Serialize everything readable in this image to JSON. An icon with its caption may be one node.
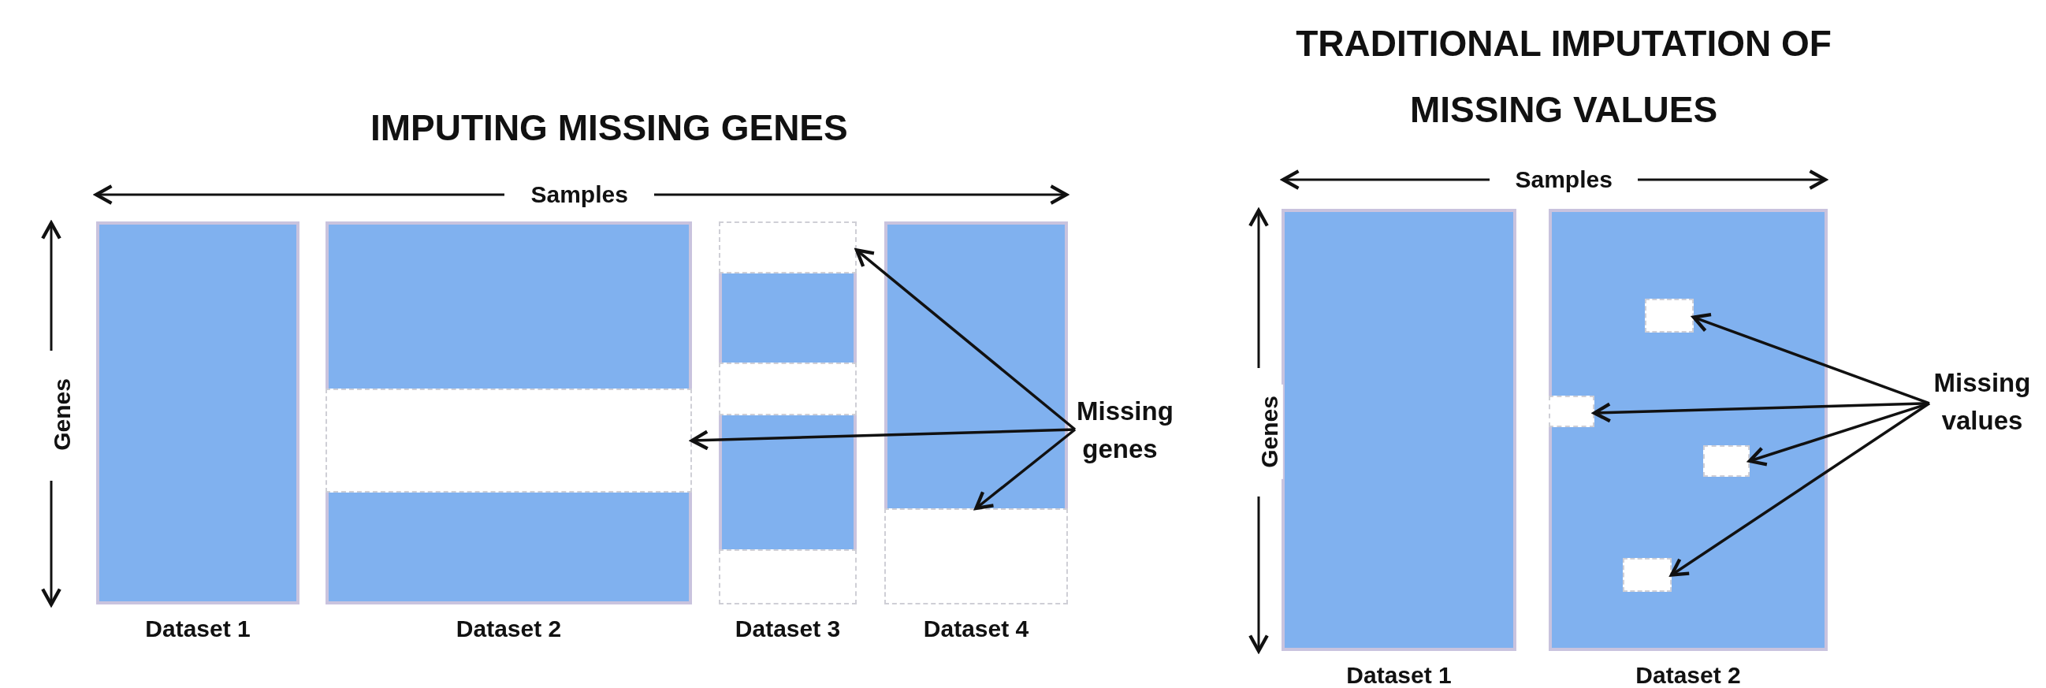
{
  "diagram": {
    "nodes": [
      {
        "text": [
          "Dataset 1"
        ]
      },
      {
        "text": [
          "Dataset 2"
        ]
      },
      {
        "text": [],
        "shape": "box",
        "in": 1
      },
      {
        "text": [
          "Dataset 3"
        ]
      },
      {
        "text": [],
        "shape": "box",
        "in": 3
      },
      {
        "text": [],
        "shape": "box",
        "in": 3
      },
      {
        "text": [],
        "shape": "box",
        "in": 3
      },
      {
        "text": [
          "Dataset 4"
        ]
      },
      {
        "text": [],
        "shape": "box",
        "in": 7
      },
      {
        "text": [
          "Missing genes"
        ]
      },
      {
        "text": [
          "Dataset 1"
        ]
      },
      {
        "text": [
          "Dataset 2"
        ]
      },
      {
        "text": [],
        "shape": "box",
        "in": 11
      },
      {
        "text": [],
        "shape": "box",
        "in": 11
      },
      {
        "text": [],
        "shape": "box",
        "in": 11
      },
      {
        "text": [],
        "shape": "box",
        "in": 11
      },
      {
        "text": [
          "Missing values"
        ]
      }
    ],
    "edges": [
      {
        "from": 9,
        "to": 4,
        "arrow": "to"
      },
      {
        "from": 9,
        "to": 2,
        "arrow": "to"
      },
      {
        "from": 9,
        "to": 8,
        "arrow": "to"
      },
      {
        "from": 16,
        "to": 12,
        "arrow": "to"
      },
      {
        "from": 16,
        "to": 13,
        "arrow": "to"
      },
      {
        "from": 16,
        "to": 14,
        "arrow": "to"
      },
      {
        "from": 16,
        "to": 15,
        "arrow": "to"
      }
    ],
    "labels": [
      "IMPUTING MISSING GENES",
      "Samples",
      "Genes",
      "TRADITIONAL IMPUTATION OF MISSING VALUES",
      "Samples",
      "Genes"
    ]
  }
}
